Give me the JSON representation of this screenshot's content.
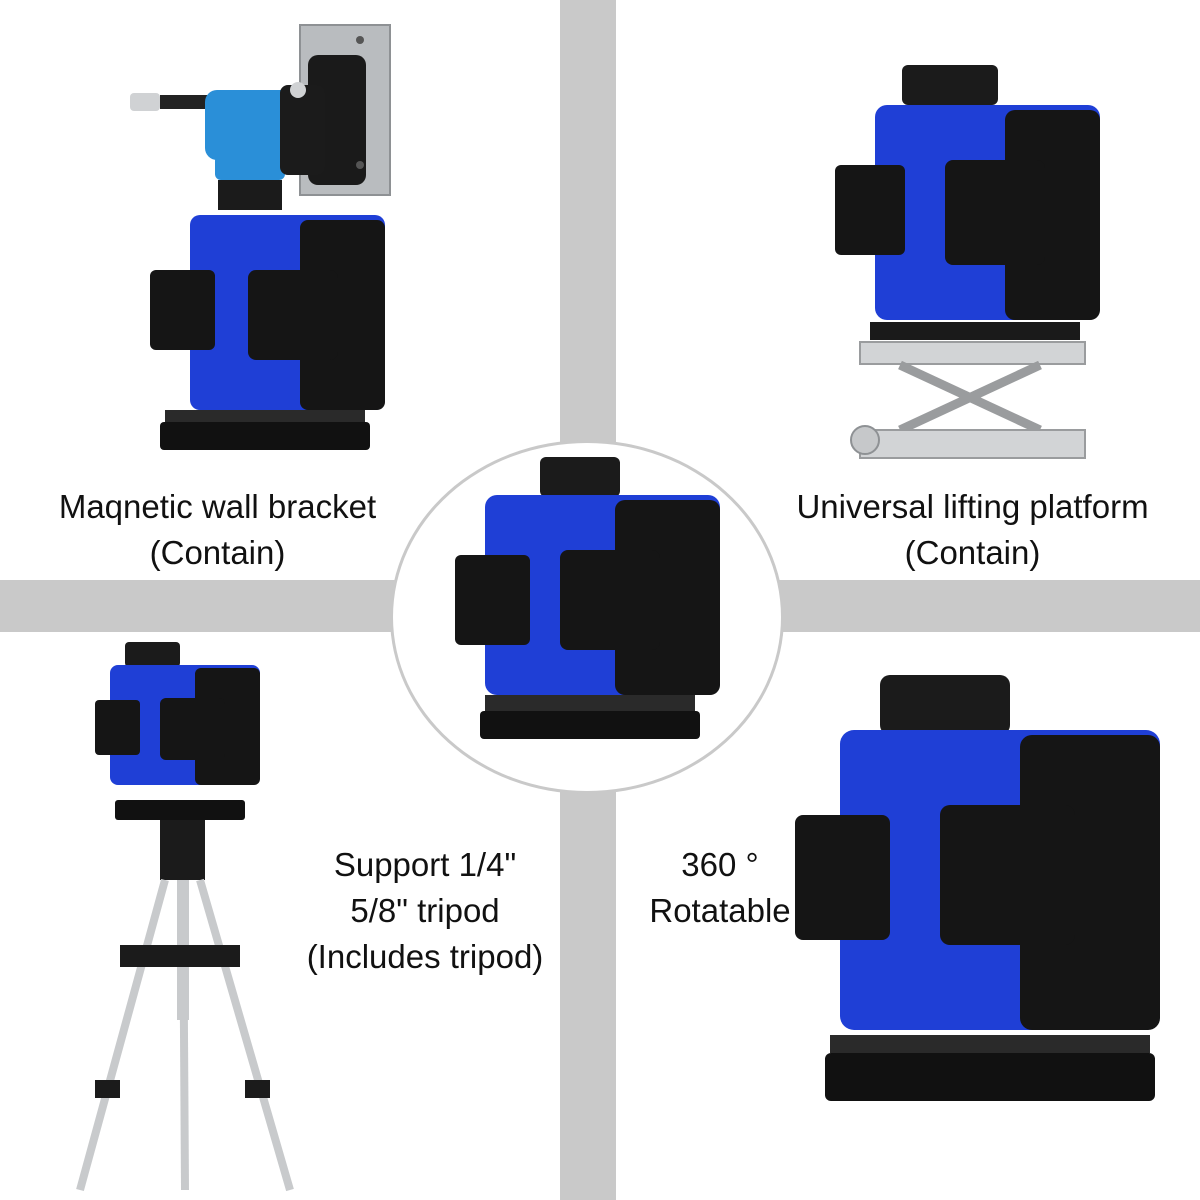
{
  "captions": {
    "wall_bracket": [
      "Maqnetic wall bracket",
      "(Contain)"
    ],
    "lifting_platform": [
      "Universal lifting platform",
      "(Contain)"
    ],
    "tripod": [
      "Support 1/4\"",
      "5/8\" tripod",
      "(Includes tripod)"
    ],
    "rotatable": [
      "360 °",
      "Rotatable"
    ]
  },
  "colors": {
    "body_blue": "#1f3fd6",
    "body_black": "#151515",
    "panel_gray": "#c9c9c9",
    "bracket_blue": "#2a8fd8",
    "metal_silver": "#d2d4d6"
  }
}
